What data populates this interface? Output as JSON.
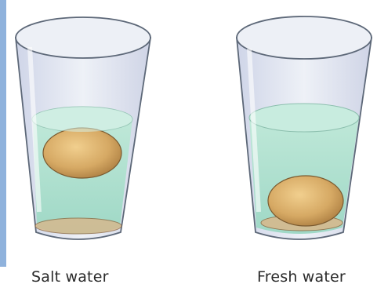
{
  "captions": {
    "left": "Salt water",
    "right": "Fresh water"
  },
  "glasses": [
    {
      "name": "salt-water-glass",
      "egg_state": "floating"
    },
    {
      "name": "fresh-water-glass",
      "egg_state": "sunk"
    }
  ],
  "colors": {
    "edge_strip": "#8fb2dc",
    "water": "#b9e3d4",
    "egg": "#d6a964",
    "glass_outline": "#556070"
  }
}
